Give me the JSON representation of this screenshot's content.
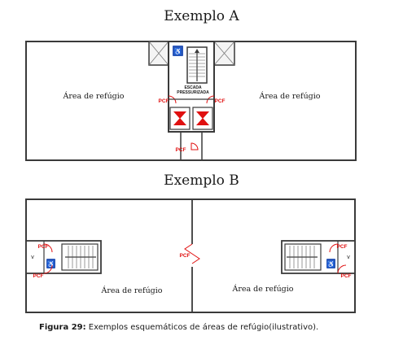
{
  "example_a": {
    "title": "Exemplo A",
    "area_left": "Área de refúgio",
    "area_right": "Área de refúgio",
    "stair_label_line1": "ESCADA",
    "stair_label_line2": "PRESSURIZADA",
    "door_left": "PCF",
    "door_right": "PCF",
    "door_bottom": "PCF"
  },
  "example_b": {
    "title": "Exemplo B",
    "area_left": "Área de refúgio",
    "area_right": "Área de refúgio",
    "door_left_top": "PCF",
    "door_left_bottom": "PCF",
    "door_center": "PCF",
    "door_right_top": "PCF",
    "door_right_bottom": "PCF",
    "mark_left": "v",
    "mark_right": "v"
  },
  "caption": {
    "label": "Figura 29:",
    "text": " Exemplos esquemáticos de áreas de refúgio(ilustrativo)."
  },
  "colors": {
    "wall": "#3a3a3a",
    "door_red": "#e01010",
    "accessibility_blue": "#2b56b8"
  },
  "icons": [
    "wheelchair-icon",
    "elevator-icon",
    "stair-icon",
    "door-swing-icon"
  ]
}
